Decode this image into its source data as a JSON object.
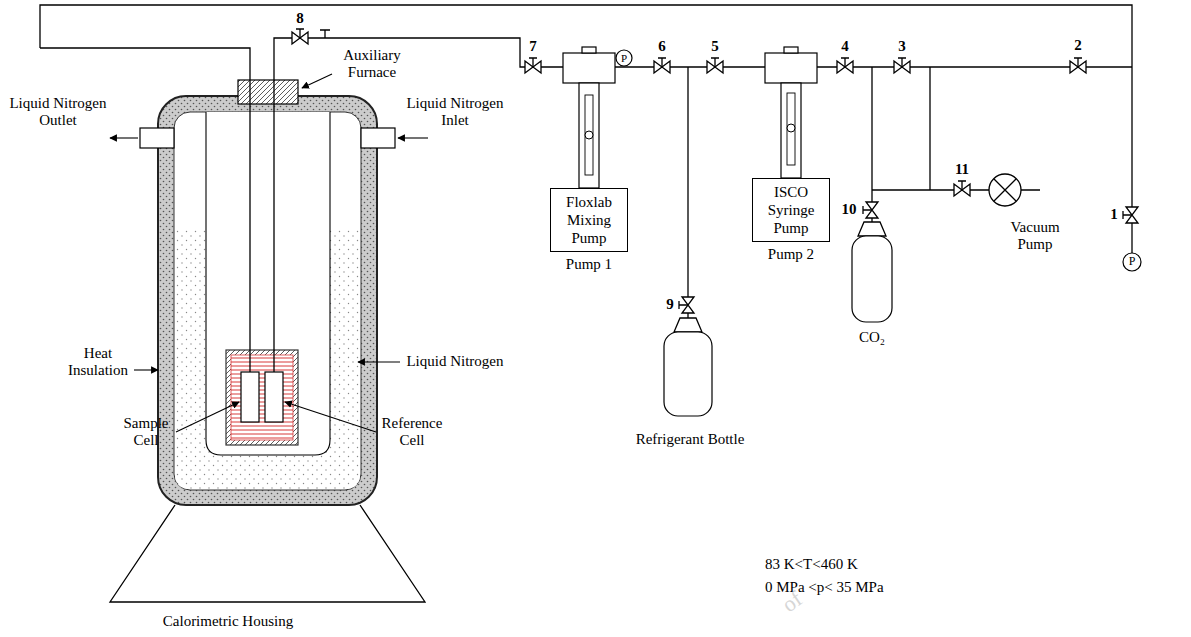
{
  "diagram": {
    "nodes": [
      {
        "text": [
          "Floxlab Mixing Pump",
          "Pump 1"
        ]
      },
      {
        "text": [
          "ISCO Syringe Pump",
          "Pump 2"
        ]
      }
    ],
    "labels": [
      "8",
      "7",
      "P",
      "6",
      "5",
      "4",
      "3",
      "2",
      "Auxiliary Furnace",
      "Liquid Nitrogen Outlet",
      "Liquid Nitrogen Inlet",
      "11",
      "10",
      "1",
      "Vacuum Pump",
      "CO₂",
      "P",
      "Heat Insulation",
      "Liquid Nitrogen",
      "9",
      "Sample Cell",
      "Reference Cell",
      "Refrigerant Bottle",
      "83 K<T<460 K",
      "0 MPa <p< 35 MPa",
      "of",
      "Calorimetric Housing"
    ]
  }
}
